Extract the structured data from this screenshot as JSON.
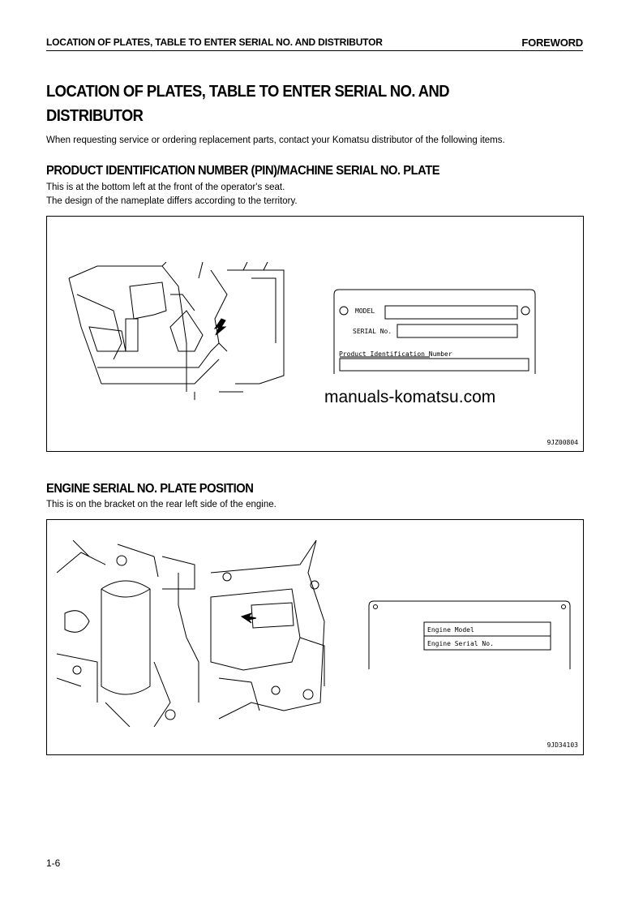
{
  "header": {
    "left": "LOCATION OF PLATES, TABLE TO ENTER SERIAL NO. AND DISTRIBUTOR",
    "right": "FOREWORD"
  },
  "title_line1": "LOCATION OF PLATES, TABLE TO ENTER SERIAL NO. AND",
  "title_line2": "DISTRIBUTOR",
  "intro": "When requesting service or ordering replacement parts, contact your Komatsu distributor of the following items.",
  "section1": {
    "heading": "PRODUCT IDENTIFICATION NUMBER (PIN)/MACHINE SERIAL NO. PLATE",
    "line1": "This is at the bottom left at the front of the operator's seat.",
    "line2": "The design of the nameplate differs according to the territory.",
    "plate": {
      "model": "MODEL",
      "serial": "SERIAL No.",
      "pin": "Product Identification Number"
    },
    "figure_code": "9JZ00804"
  },
  "watermark": "manuals-komatsu.com",
  "section2": {
    "heading": "ENGINE SERIAL NO. PLATE POSITION",
    "line1": "This is on the bracket on the rear left side of the engine.",
    "plate": {
      "model": "Engine Model",
      "serial": "Engine Serial No."
    },
    "figure_code": "9JD34103"
  },
  "page_number": "1-6"
}
